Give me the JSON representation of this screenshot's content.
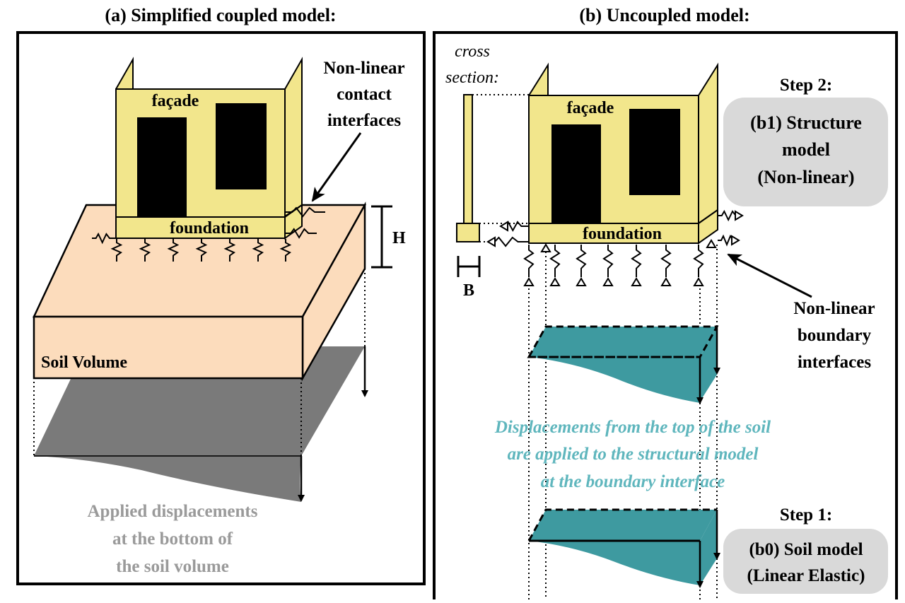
{
  "panels": {
    "a": {
      "title": "(a) Simplified coupled model:",
      "facade_label": "façade",
      "foundation_label": "foundation",
      "contact_note": [
        "Non-linear",
        "contact",
        "interfaces"
      ],
      "height_label": "H",
      "soil_label": "Soil Volume",
      "applied_note": [
        "Applied displacements",
        "at the bottom of",
        "the soil volume"
      ]
    },
    "b": {
      "title": "(b) Uncoupled model:",
      "cross_section_label": [
        "cross",
        "section:"
      ],
      "width_label": "B",
      "facade_label": "façade",
      "foundation_label": "foundation",
      "step2_label": "Step 2:",
      "structure_box": [
        "(b1) Structure",
        "model",
        "(Non-linear)"
      ],
      "boundary_note": [
        "Non-linear",
        "boundary",
        "interfaces"
      ],
      "displacement_note": [
        "Displacements from the top of the soil",
        "are applied to the structural model",
        "at the boundary interface"
      ],
      "step1_label": "Step 1:",
      "soil_box": [
        "(b0) Soil model",
        "(Linear Elastic)"
      ]
    }
  },
  "colors": {
    "facade_fill": "#f2e68c",
    "soil_fill": "#fcdcbc",
    "gray_plane": "#7a7a7a",
    "teal": "#3e9aa0",
    "teal_text": "#5fb6bd",
    "gray_text": "#9a9a9a",
    "callout_box": "#d9d9d9",
    "ink": "#000000"
  }
}
